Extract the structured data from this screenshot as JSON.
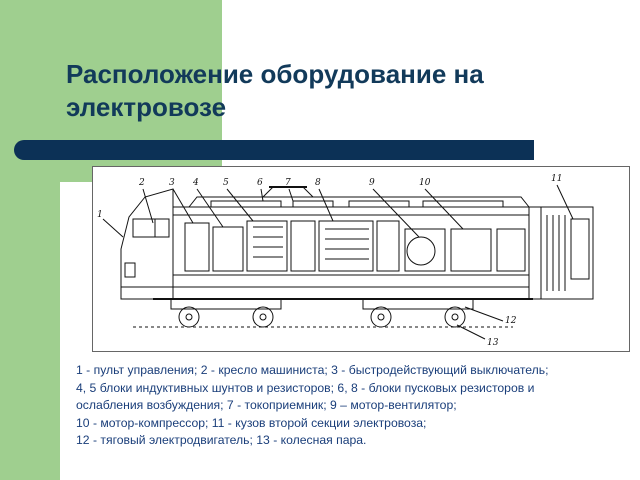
{
  "slide": {
    "title": "Расположение оборудование на электровозе"
  },
  "diagram": {
    "callouts": [
      "1",
      "2",
      "3",
      "4",
      "5",
      "6",
      "7",
      "8",
      "9",
      "10",
      "11",
      "12",
      "13"
    ]
  },
  "legend": {
    "lines": [
      "1 - пульт управления; 2 - кресло машиниста; 3 - быстродействующий выключатель;",
      "4, 5 блоки индуктивных шунтов и резисторов; 6, 8 - блоки пусковых резисторов и",
      "ослабления возбуждения; 7 - токоприемник; 9 – мотор-вентилятор;",
      "10 - мотор-компрессор; 11 - кузов второй секции электровоза;",
      "12 - тяговый электродвигатель; 13 - колесная пара."
    ]
  },
  "colors": {
    "accent_green": "#9fcf8f",
    "title_bar": "#0c3156",
    "title_text": "#123a5a",
    "legend_text": "#1a3e7a"
  }
}
